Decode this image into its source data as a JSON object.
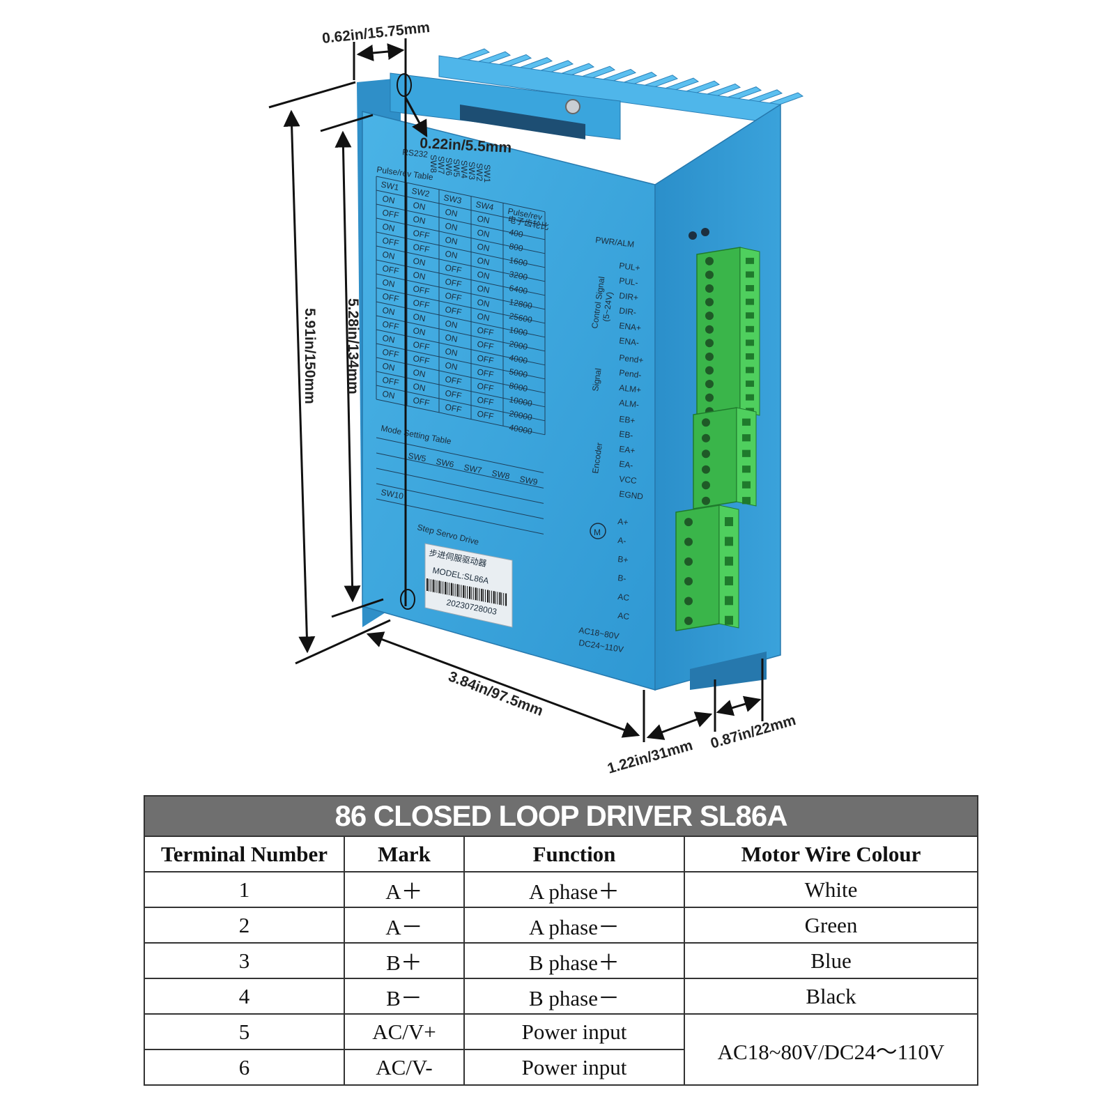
{
  "dimensions": {
    "top_offset": "0.62in/15.75mm",
    "hole_diameter": "0.22in/5.5mm",
    "total_height": "5.91in/150mm",
    "hole_pitch": "5.28in/134mm",
    "depth": "3.84in/97.5mm",
    "width_body": "1.22in/31mm",
    "width_flange": "0.87in/22mm"
  },
  "device": {
    "port_label": "RS232",
    "switch_labels": [
      "SW8",
      "SW7",
      "SW6",
      "SW5",
      "SW4",
      "SW3",
      "SW2",
      "SW1"
    ],
    "pulse_table_title": "Pulse/rev Table",
    "pulse_headers": [
      "SW1",
      "SW2",
      "SW3",
      "SW4",
      "Pulse/rev"
    ],
    "pulse_header_sub": "电子齿轮比",
    "pulse_rows": [
      [
        "ON",
        "ON",
        "ON",
        "ON",
        "400"
      ],
      [
        "OFF",
        "ON",
        "ON",
        "ON",
        "800"
      ],
      [
        "ON",
        "OFF",
        "ON",
        "ON",
        "1600"
      ],
      [
        "OFF",
        "OFF",
        "ON",
        "ON",
        "3200"
      ],
      [
        "ON",
        "ON",
        "OFF",
        "ON",
        "6400"
      ],
      [
        "OFF",
        "ON",
        "OFF",
        "ON",
        "12800"
      ],
      [
        "ON",
        "OFF",
        "OFF",
        "ON",
        "25600"
      ],
      [
        "OFF",
        "OFF",
        "OFF",
        "ON",
        "1000"
      ],
      [
        "ON",
        "ON",
        "ON",
        "OFF",
        "2000"
      ],
      [
        "OFF",
        "ON",
        "ON",
        "OFF",
        "4000"
      ],
      [
        "ON",
        "OFF",
        "ON",
        "OFF",
        "5000"
      ],
      [
        "OFF",
        "OFF",
        "ON",
        "OFF",
        "8000"
      ],
      [
        "ON",
        "ON",
        "OFF",
        "OFF",
        "10000"
      ],
      [
        "OFF",
        "ON",
        "OFF",
        "OFF",
        "20000"
      ],
      [
        "ON",
        "OFF",
        "OFF",
        "OFF",
        "40000"
      ]
    ],
    "mode_table_title": "Mode Setting Table",
    "mode_headers": [
      "SW5",
      "SW6",
      "SW7",
      "SW8",
      "SW9"
    ],
    "sw10_label": "SW10",
    "product_name": "Step Servo Drive",
    "label_chinese": "步进伺服驱动器",
    "model": "MODEL:SL86A",
    "serial": "20230728003",
    "pwr_alm": "PWR/ALM",
    "group_control": "Control Signal",
    "group_control_sub": "(5~24V)",
    "group_signal": "Signal",
    "group_encoder": "Encoder",
    "control_pins": [
      "PUL+",
      "PUL-",
      "DIR+",
      "DIR-",
      "ENA+",
      "ENA-"
    ],
    "signal_pins": [
      "Pend+",
      "Pend-",
      "ALM+",
      "ALM-"
    ],
    "encoder_pins": [
      "EB+",
      "EB-",
      "EA+",
      "EA-",
      "VCC",
      "EGND"
    ],
    "motor_pins": [
      "A+",
      "A-",
      "B+",
      "B-",
      "AC",
      "AC"
    ],
    "motor_symbol": "M",
    "power_ac": "AC18~80V",
    "power_dc": "DC24~110V"
  },
  "table": {
    "title": "86 CLOSED LOOP DRIVER SL86A",
    "headers": [
      "Terminal Number",
      "Mark",
      "Function",
      "Motor Wire Colour"
    ],
    "rows": [
      {
        "num": "1",
        "mark": "A＋",
        "function": "A phase＋",
        "colour": "White"
      },
      {
        "num": "2",
        "mark": "A－",
        "function": "A phase－",
        "colour": "Green"
      },
      {
        "num": "3",
        "mark": "B＋",
        "function": "B phase＋",
        "colour": "Blue"
      },
      {
        "num": "4",
        "mark": "B－",
        "function": "B phase－",
        "colour": "Black"
      },
      {
        "num": "5",
        "mark": "AC/V+",
        "function": "Power input",
        "colour": "AC18~80V/DC24～110V"
      },
      {
        "num": "6",
        "mark": "AC/V-",
        "function": "Power input"
      }
    ]
  },
  "colors": {
    "housing_front": "#3ba4dc",
    "housing_side": "#2a8cc6",
    "heatsink": "#4fb6ea",
    "terminal_green": "#39b54a",
    "table_title_bg": "#6f6f6f"
  }
}
